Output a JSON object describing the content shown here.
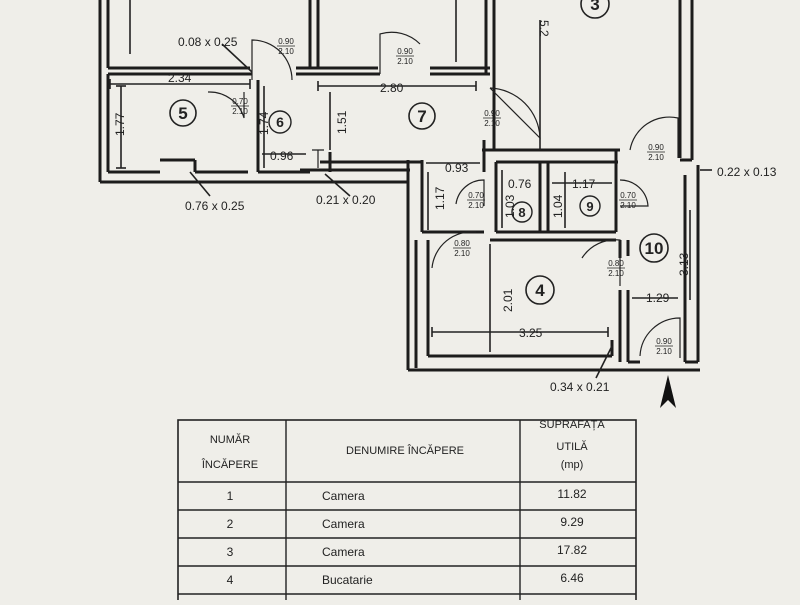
{
  "rooms": {
    "r3": "3",
    "r4": "4",
    "r5": "5",
    "r6": "6",
    "r7": "7",
    "r8": "8",
    "r9": "9",
    "r10": "10"
  },
  "dimensions": {
    "d1": "0.08 x 0.25",
    "d2": "2.34",
    "d3": "2.80",
    "d4": "1.77",
    "d5": "1.74",
    "d6": "1.51",
    "d7": "0.96",
    "d8": "0.76 x 0.25",
    "d9": "0.21 x 0.20",
    "d10": "0.93",
    "d11": "0.76",
    "d12": "1.17",
    "d13": "1.17",
    "d14": "1.03",
    "d15": "1.04",
    "d16": "5.2",
    "d17": "0.22 x 0.13",
    "d18": "3.13",
    "d19": "1.29",
    "d20": "2.01",
    "d21": "3.25",
    "d22": "0.34 x 0.21"
  },
  "doors": [
    {
      "w": "0.90",
      "h": "2.10"
    },
    {
      "w": "0.90",
      "h": "2.10"
    },
    {
      "w": "0.70",
      "h": "2.10"
    },
    {
      "w": "0.90",
      "h": "2.10"
    },
    {
      "w": "0.90",
      "h": "2.10"
    },
    {
      "w": "0.70",
      "h": "2.10"
    },
    {
      "w": "0.70",
      "h": "2.10"
    },
    {
      "w": "0.80",
      "h": "2.10"
    },
    {
      "w": "0.80",
      "h": "2.10"
    },
    {
      "w": "0.90",
      "h": "2.10"
    }
  ],
  "table": {
    "headers": {
      "col1_line1": "NUMĂR",
      "col1_line2": "ÎNCĂPERE",
      "col2": "DENUMIRE ÎNCĂPERE",
      "col3_line1": "SUPRAFAȚA",
      "col3_line2": "UTILĂ",
      "col3_line3": "(mp)"
    },
    "rows": [
      {
        "num": "1",
        "name": "Camera",
        "area": "11.82"
      },
      {
        "num": "2",
        "name": "Camera",
        "area": "9.29"
      },
      {
        "num": "3",
        "name": "Camera",
        "area": "17.82"
      },
      {
        "num": "4",
        "name": "Bucatarie",
        "area": "6.46"
      }
    ]
  }
}
